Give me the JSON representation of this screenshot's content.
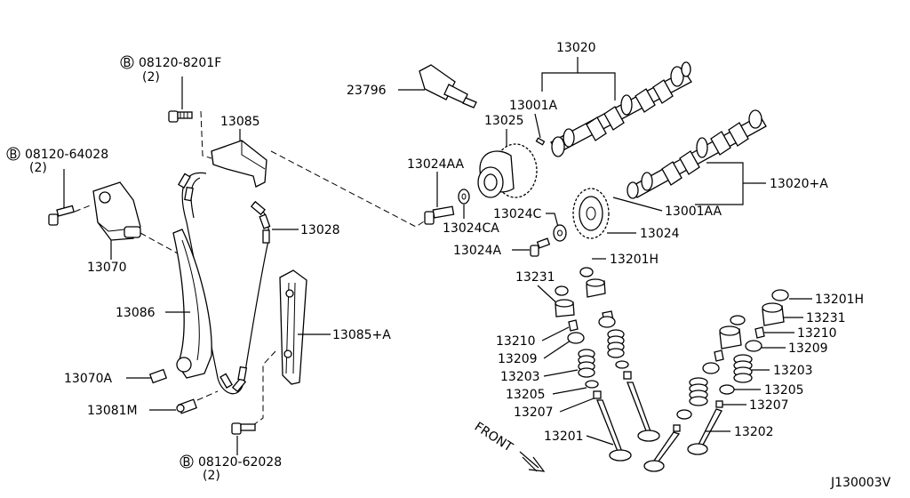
{
  "diagram_id": "J130003V",
  "front_label": "FRONT",
  "bolts": [
    {
      "code": "08120-8201F",
      "qty": "(2)"
    },
    {
      "code": "08120-64028",
      "qty": "(2)"
    },
    {
      "code": "08120-62028",
      "qty": "(2)"
    }
  ],
  "bolt_marker": "B",
  "parts": {
    "p13020": "13020",
    "p23796": "23796",
    "p13001A": "13001A",
    "p13025": "13025",
    "p13085": "13085",
    "p13024AA": "13024AA",
    "p13020A": "13020+A",
    "p13028": "13028",
    "p13024C": "13024C",
    "p13001AA": "13001AA",
    "p13024CA": "13024CA",
    "p13024": "13024",
    "p13070": "13070",
    "p13024A": "13024A",
    "p13201H_1": "13201H",
    "p13231_1": "13231",
    "p13086": "13086",
    "p13085A": "13085+A",
    "p13201H_2": "13201H",
    "p13231_2": "13231",
    "p13210_1": "13210",
    "p13210_2": "13210",
    "p13209_1": "13209",
    "p13209_2": "13209",
    "p13203_1": "13203",
    "p13203_2": "13203",
    "p13070A": "13070A",
    "p13205_1": "13205",
    "p13205_2": "13205",
    "p13081M": "13081M",
    "p13207_1": "13207",
    "p13207_2": "13207",
    "p13201": "13201",
    "p13202": "13202"
  }
}
